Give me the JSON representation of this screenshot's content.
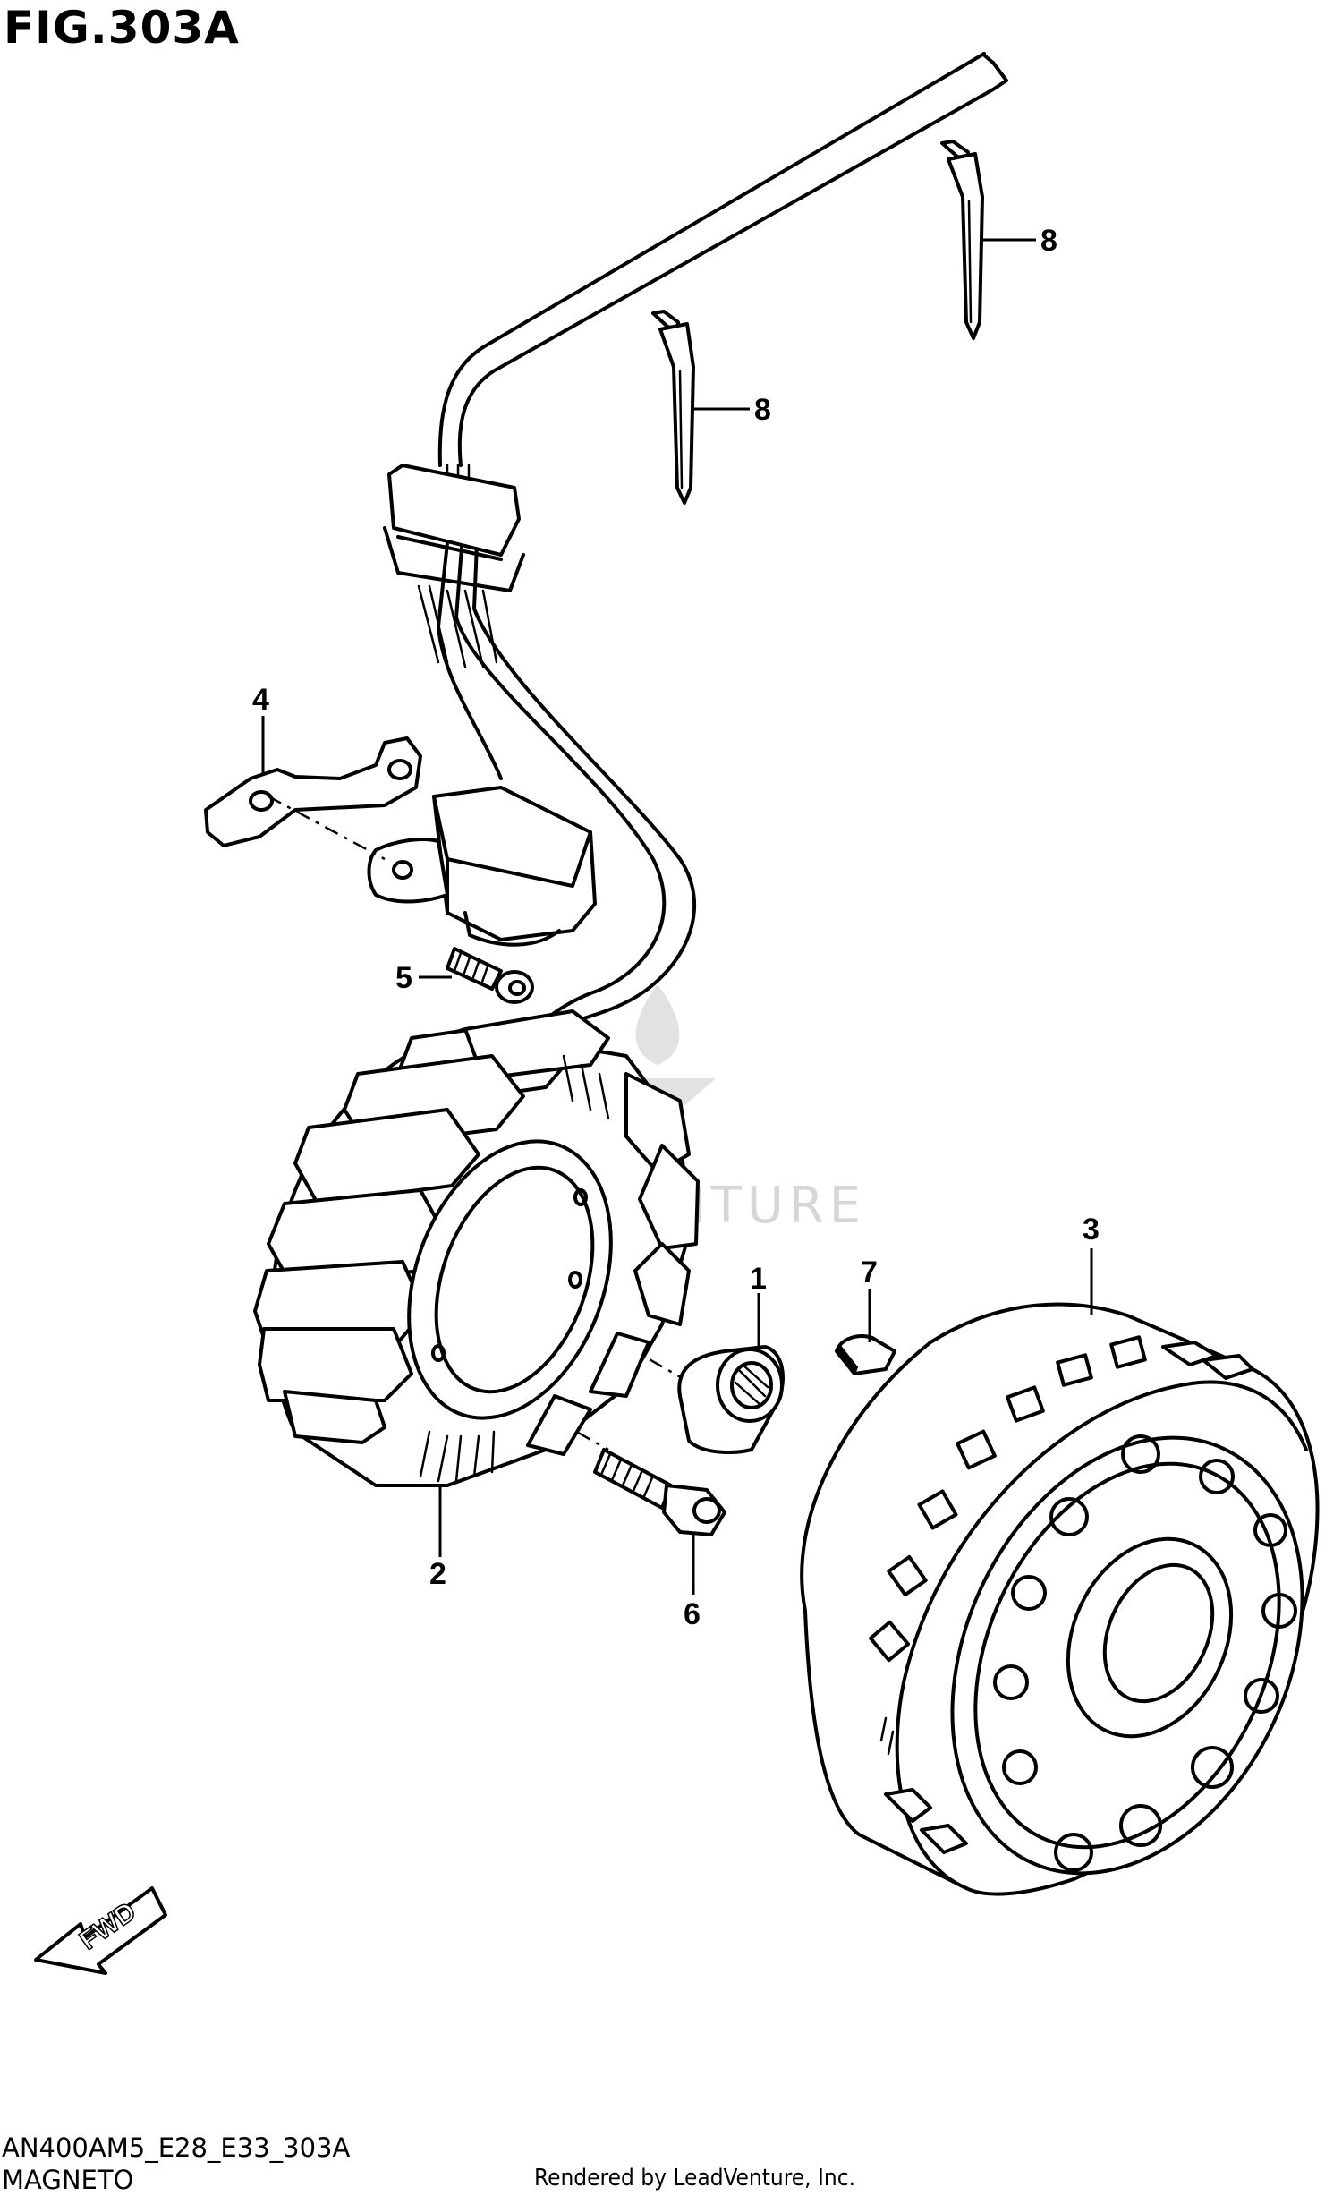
{
  "figure": {
    "title": "FIG.303A",
    "code": "AN400AM5_E28_E33_303A",
    "name": "MAGNETO",
    "credit": "Rendered by LeadVenture, Inc."
  },
  "watermark": {
    "text": "LEADVENTURE"
  },
  "direction_arrow": {
    "label": "FWD"
  },
  "callouts": {
    "c1": "1",
    "c2": "2",
    "c3": "3",
    "c4": "4",
    "c5": "5",
    "c6": "6",
    "c7": "7",
    "c8a": "8",
    "c8b": "8"
  }
}
